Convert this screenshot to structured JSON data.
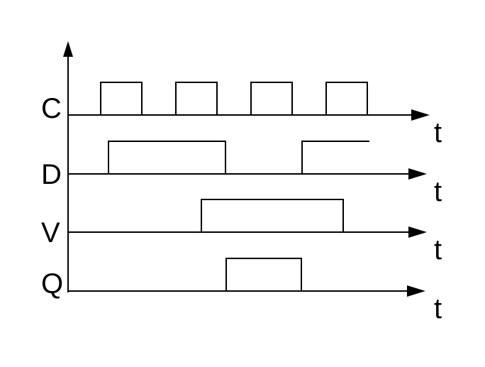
{
  "signals": [
    {
      "label": "C",
      "axis_label": "t"
    },
    {
      "label": "D",
      "axis_label": "t"
    },
    {
      "label": "V",
      "axis_label": "t"
    },
    {
      "label": "Q",
      "axis_label": "t"
    }
  ]
}
